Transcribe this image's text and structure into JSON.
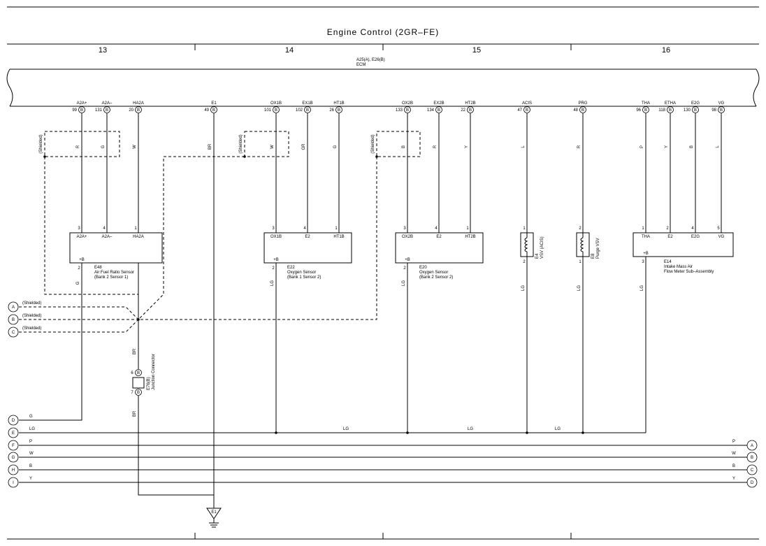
{
  "title": "Engine Control (2GR–FE)",
  "sections": [
    "13",
    "14",
    "15",
    "16"
  ],
  "ecm": {
    "connectors": "A25(A), E26(B)",
    "name": "ECM"
  },
  "ecm_terminals": [
    {
      "num": "99",
      "name": "A2A+",
      "conn": "B"
    },
    {
      "num": "131",
      "name": "A2A–",
      "conn": "B"
    },
    {
      "num": "20",
      "name": "HA2A",
      "conn": "B"
    },
    {
      "num": "49",
      "name": "E1",
      "conn": "B"
    },
    {
      "num": "101",
      "name": "OX1B",
      "conn": "B"
    },
    {
      "num": "102",
      "name": "EX1B",
      "conn": "B"
    },
    {
      "num": "26",
      "name": "HT1B",
      "conn": "B"
    },
    {
      "num": "133",
      "name": "OX2B",
      "conn": "B"
    },
    {
      "num": "134",
      "name": "EX2B",
      "conn": "B"
    },
    {
      "num": "22",
      "name": "HT2B",
      "conn": "B"
    },
    {
      "num": "47",
      "name": "ACIS",
      "conn": "B"
    },
    {
      "num": "48",
      "name": "PRG",
      "conn": "B"
    },
    {
      "num": "96",
      "name": "THA",
      "conn": "B"
    },
    {
      "num": "118",
      "name": "ETHA",
      "conn": "B"
    },
    {
      "num": "130",
      "name": "E2G",
      "conn": "B"
    },
    {
      "num": "98",
      "name": "VG",
      "conn": "B"
    }
  ],
  "upper_wire_colors": [
    "R",
    "G",
    "W",
    "BR",
    "W",
    "GR",
    "G",
    "B",
    "R",
    "Y",
    "L",
    "R",
    "P",
    "Y",
    "B",
    "L"
  ],
  "shielded_label": "(Shielded)",
  "components": [
    {
      "id": "E48",
      "name": "Air Fuel Ratio Sensor",
      "detail": "(Bank 2 Sensor 1)",
      "pins": [
        "3",
        "4",
        "1"
      ],
      "terms": [
        "A2A+",
        "A2A–",
        "HA2A"
      ],
      "bplus": "+B",
      "bpin": "2",
      "wire_out": "G"
    },
    {
      "id": "E22",
      "name": "Oxygen Sensor",
      "detail": "(Bank 1 Sensor 2)",
      "pins": [
        "3",
        "4",
        "1"
      ],
      "terms": [
        "OX1B",
        "E2",
        "HT1B"
      ],
      "bplus": "+B",
      "bpin": "2",
      "wire_out": "LG"
    },
    {
      "id": "E20",
      "name": "Oxygen Sensor",
      "detail": "(Bank 2 Sensor 2)",
      "pins": [
        "3",
        "4",
        "1"
      ],
      "terms": [
        "OX2B",
        "E2",
        "HT2B"
      ],
      "bplus": "+B",
      "bpin": "2",
      "wire_out": "LG"
    },
    {
      "id": "E14",
      "name": "Intake Mass Air",
      "detail": "Flow Meter Sub–Assembly",
      "pins": [
        "1",
        "2",
        "4",
        "5"
      ],
      "terms": [
        "THA",
        "E2",
        "E2G",
        "VG"
      ],
      "bplus": "+B",
      "bpin": "3",
      "wire_out": "LG"
    }
  ],
  "vsv_acis": {
    "id": "E4",
    "name": "VSV (ACIS)",
    "pin_top": "1",
    "pin_bot": "2",
    "wire_out": "LG"
  },
  "purge_vsv": {
    "id": "E8",
    "name": "Purge VSV",
    "pin_top": "2",
    "pin_bot": "1",
    "wire_out": "LG"
  },
  "junction": {
    "id": "E76(B)",
    "name": "Junction Connector",
    "pin_top": "6",
    "pin_bot": "7",
    "conn": "B",
    "wire_top": "BR",
    "wire_bot": "BR"
  },
  "ground": {
    "id": "E1"
  },
  "left_refs": [
    {
      "ref": "A",
      "label": "(Shielded)"
    },
    {
      "ref": "B",
      "label": "(Shielded)"
    },
    {
      "ref": "C",
      "label": "(Shielded)"
    }
  ],
  "bus_lines": [
    {
      "left_ref": "D",
      "color": "G"
    },
    {
      "left_ref": "E",
      "color": "LG",
      "mid_colors": [
        "LG",
        "LG",
        "LG"
      ]
    },
    {
      "left_ref": "F",
      "color": "P",
      "right_ref": "A",
      "right_color": "P"
    },
    {
      "left_ref": "G",
      "color": "W",
      "right_ref": "B",
      "right_color": "W"
    },
    {
      "left_ref": "H",
      "color": "B",
      "right_ref": "C",
      "right_color": "B"
    },
    {
      "left_ref": "I",
      "color": "Y",
      "right_ref": "D",
      "right_color": "Y"
    }
  ]
}
